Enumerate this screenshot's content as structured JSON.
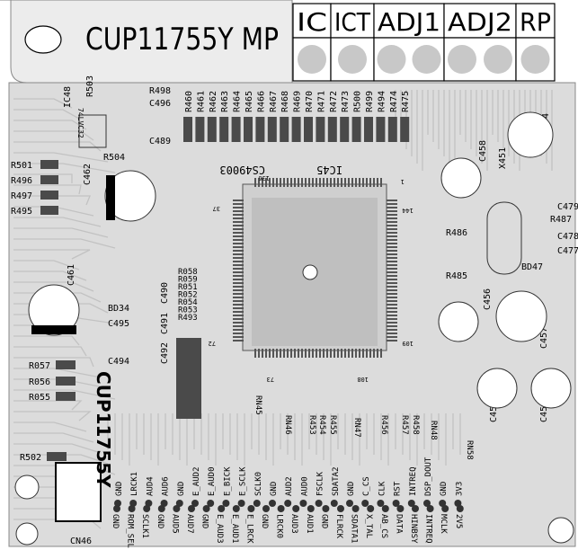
{
  "header": {
    "model": "CUP11755Y MP",
    "table_headers": [
      "IC",
      "ICT",
      "ADJ1",
      "ADJ2",
      "RP"
    ]
  },
  "board": {
    "vertical_label": "CUP11755Y",
    "ic_ref": "IC45",
    "ic_part": "CS49003",
    "ic_pin_marks": [
      "136",
      "37",
      "144",
      "1",
      "72",
      "73",
      "108",
      "109"
    ],
    "regulator_label": "74LVC32",
    "connector_ref": "CN46"
  },
  "parts": {
    "top_resistors": [
      "R460",
      "R461",
      "R462",
      "R463",
      "R464",
      "R465",
      "R466",
      "R467",
      "R468",
      "R469",
      "R470",
      "R471",
      "R472",
      "R473",
      "R500",
      "R499",
      "R494",
      "R474",
      "R475"
    ],
    "left_resistors": [
      "R501",
      "R496",
      "R497",
      "R495"
    ],
    "misc_top": [
      "R503",
      "R498",
      "C496",
      "C489",
      "R504",
      "IC48",
      "C462"
    ],
    "mid_resistors": [
      "R058",
      "R059",
      "R051",
      "R052",
      "R054",
      "R053",
      "R493"
    ],
    "mid_caps": [
      "C490",
      "C491",
      "C492",
      "C494",
      "C495",
      "C461",
      "BD34"
    ],
    "low_left": [
      "R057",
      "R056",
      "R055",
      "R502"
    ],
    "bottom_refs": [
      "RN45",
      "RN46",
      "R453",
      "R454",
      "R455",
      "RN47",
      "R456",
      "R457",
      "R458",
      "RN48",
      "RN58"
    ],
    "right_parts": [
      "C454",
      "C458",
      "X451",
      "C479",
      "R487",
      "C478",
      "C477",
      "R486",
      "R485",
      "BD47",
      "C456",
      "C457",
      "C451",
      "C455"
    ]
  },
  "pins_top": [
    "GND",
    "LRCK1",
    "AUD4",
    "AUD6",
    "GND",
    "E_AUD2",
    "E_AUD0",
    "E_BICK",
    "E_SCLK",
    "SCLK0",
    "GND",
    "AUD2",
    "AUD0",
    "FSCLK",
    "SDATA2",
    "GND",
    "C_CS",
    "CLK",
    "RST",
    "INTREQ",
    "DSP_DOUT",
    "GND",
    "3V3"
  ],
  "pins_bottom": [
    "GND",
    "ROM_SEL",
    "SCLK1",
    "GND",
    "AUD5",
    "AUD7",
    "GND",
    "E_AUD3",
    "E_AUD1",
    "E_LRCK",
    "GND",
    "LRCK0",
    "AUD3",
    "AUD1",
    "GND",
    "FLRCK",
    "SDATA1",
    "X_TAL",
    "AB_CS",
    "DATA",
    "HINBSY",
    "INTREQ",
    "MCLK",
    "2V5"
  ],
  "colors": {
    "board": "#dcdcdc",
    "trace": "#c3c3c3",
    "pad": "#4a4a4a",
    "ic_body": "#cfcfcf",
    "header_cell": "#cccccc"
  }
}
